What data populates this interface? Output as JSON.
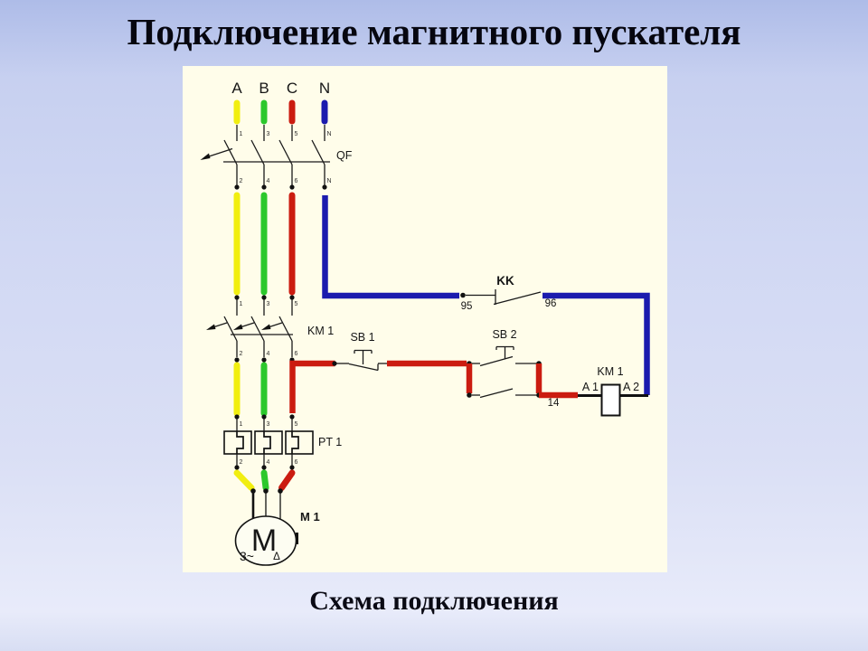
{
  "page": {
    "title": "Подключение магнитного пускателя",
    "caption": "Схема подключения"
  },
  "colors": {
    "phase_a_yellow": "#f1ee10",
    "phase_b_green": "#2cc82c",
    "phase_c_red": "#cb1c10",
    "neutral_blue": "#1b1bae",
    "wire_black": "#1a1a1a",
    "panel_bg": "#fffdea"
  },
  "diagram": {
    "phases": [
      "A",
      "B",
      "C",
      "N"
    ],
    "breaker": {
      "label": "QF",
      "top_terminals": [
        "1",
        "3",
        "5",
        "N"
      ],
      "bottom_terminals": [
        "2",
        "4",
        "6",
        "N"
      ]
    },
    "thermal_contact": {
      "label": "KK",
      "terminal_left": "95",
      "terminal_right": "96"
    },
    "contactor_main": {
      "label": "KM 1",
      "top_terminals": [
        "1",
        "3",
        "5"
      ],
      "bottom_terminals": [
        "2",
        "4",
        "6"
      ]
    },
    "stop_button": {
      "label": "SB 1"
    },
    "start_button": {
      "label": "SB 2"
    },
    "aux_contact_terminal": "14",
    "coil": {
      "label": "KM 1",
      "terminal_left": "A 1",
      "terminal_right": "A 2"
    },
    "thermal_relay": {
      "label": "PT 1",
      "top_terminals": [
        "1",
        "3",
        "5"
      ],
      "bottom_terminals": [
        "2",
        "4",
        "6"
      ]
    },
    "motor": {
      "label": "M 1",
      "symbol": "M",
      "subtext": "3~",
      "delta": "Δ"
    }
  }
}
